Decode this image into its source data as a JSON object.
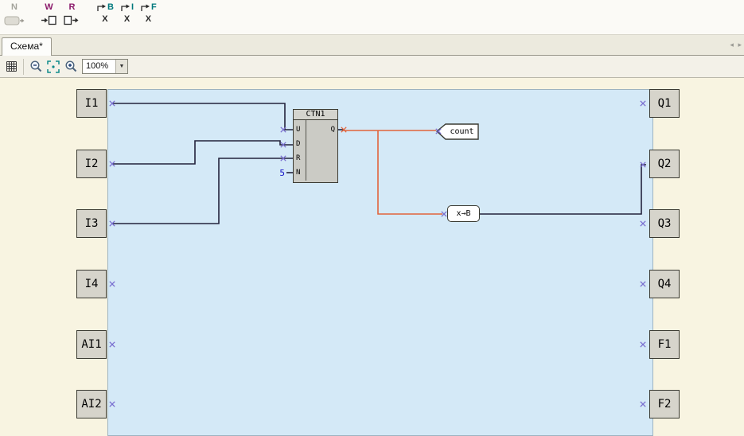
{
  "toolbar_top": {
    "n_tool": {
      "letter": "N"
    },
    "write_tool": {
      "letter": "W"
    },
    "read_tool": {
      "letter": "R"
    },
    "conv_b": {
      "letter": "B",
      "glyph": "X"
    },
    "conv_i": {
      "letter": "I",
      "glyph": "X"
    },
    "conv_f": {
      "letter": "F",
      "glyph": "X"
    }
  },
  "tab_strip": {
    "active_tab": "Схема*",
    "scroll_left_glyph": "◂",
    "scroll_right_glyph": "▸"
  },
  "canvas_toolbar": {
    "zoom_value": "100%",
    "dropdown_glyph": "▼"
  },
  "schematic": {
    "inputs": [
      "I1",
      "I2",
      "I3",
      "I4",
      "AI1",
      "AI2"
    ],
    "outputs": [
      "Q1",
      "Q2",
      "Q3",
      "Q4",
      "F1",
      "F2"
    ],
    "function_block": {
      "name": "CTN1",
      "input_pins": [
        "U",
        "D",
        "R",
        "N"
      ],
      "output_pin": "Q",
      "n_constant": "5"
    },
    "count_tag_label": "count",
    "conversion_block_label": "x→B"
  }
}
